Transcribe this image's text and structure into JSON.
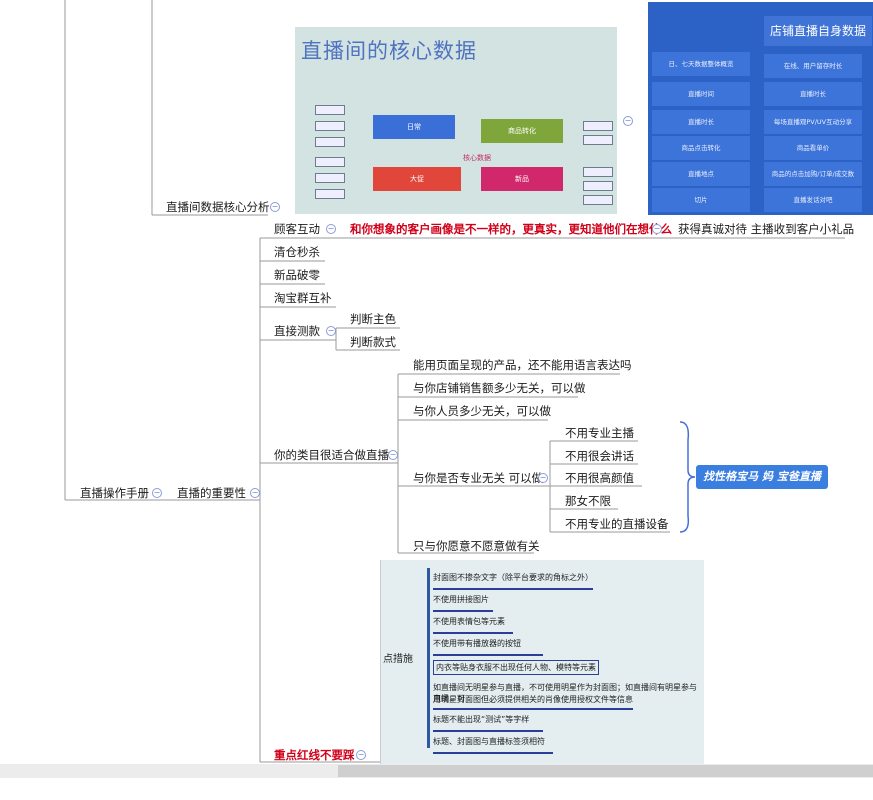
{
  "nodes": {
    "root": "直播操作手册",
    "importance": "直播的重要性",
    "data_analysis": "直播间数据核心分析",
    "customer_interaction": "顾客互动",
    "customer_red": "和你想象的客户画像是不一样的，更真实，更知道他们在想什么",
    "customer_result": "获得真诚对待 主播收到客户小礼品",
    "clearance": "清仓秒杀",
    "new_product": "新品破零",
    "taobao_group": "淘宝群互补",
    "direct_test": "直接测款",
    "judge_color": "判断主色",
    "judge_style": "判断款式",
    "category_fit": "你的类目很适合做直播",
    "cat_1": "能用页面呈现的产品，还不能用语言表达吗",
    "cat_2": "与你店铺销售额多少无关，可以做",
    "cat_3": "与你人员多少无关，可以做",
    "cat_4": "与你是否专业无关 可以做",
    "cat_5": "只与你愿意不愿意做有关",
    "pro_1": "不用专业主播",
    "pro_2": "不用很会讲话",
    "pro_3": "不用很高颜值",
    "pro_4": "那女不限",
    "pro_5": "不用专业的直播设备",
    "badge": "找性格宝马 妈 宝爸直播",
    "red_line": "重点红线不要踩"
  },
  "slide1": {
    "title": "直播间的核心数据",
    "center": "核心数据",
    "bars": [
      "日常",
      "商品转化",
      "大促",
      "新品"
    ]
  },
  "slide2": {
    "header": "店铺直播自身数据",
    "cells": [
      "日、七天数据整体概览",
      "在线、用户留存时长",
      "直播时间",
      "直播时长",
      "直播时长",
      "每场直播观PV/UV互动分享",
      "商品点击转化",
      "商品看单价",
      "直播地点",
      "商品的点击加购/订单/成交数",
      "切片",
      "直播发话对吧"
    ]
  },
  "slide3": {
    "side_label": "点措施",
    "lines": [
      "封面图不掺杂文字（除平台要求的角标之外）",
      "不使用拼接图片",
      "不使用表情包等元素",
      "不使用带有播放器的按钮",
      "内衣等贴身衣服不出现任何人物、模特等元素",
      "如直播间无明星参与直播，不可使用明星作为封面图；如直播间有明星参与直播，可",
      "用明星封面图但必须提供相关的肖像使用授权文件等信息",
      "标题不能出现“测试”等字样",
      "标题、封面图与直播标签须相符"
    ]
  },
  "colors": {
    "accent": "#3a7ee0",
    "red": "#d0021b",
    "link": "#8a9bd8"
  }
}
